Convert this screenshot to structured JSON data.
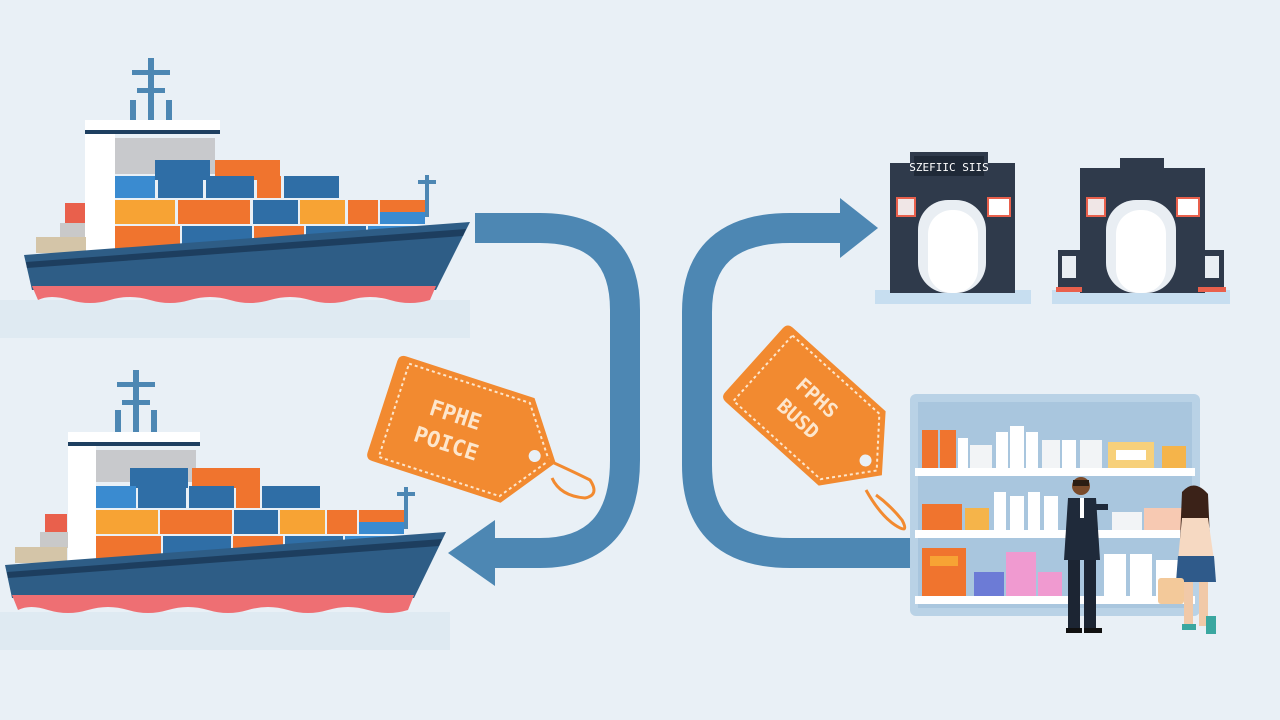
{
  "colors": {
    "background": "#e9f0f6",
    "arrow": "#4d87b3",
    "hull": "#2e5d86",
    "hull_stripe": "#e8585e",
    "tag": "#f28a30",
    "gate": "#2f3a4b",
    "shelf": "#b9d2e6"
  },
  "tags": {
    "left": {
      "line1": "FPHE",
      "line2": "POICE"
    },
    "right": {
      "line1": "FPHS",
      "line2": "BUSD"
    }
  },
  "gates": {
    "sign": "SZEFIIC SIIS"
  }
}
